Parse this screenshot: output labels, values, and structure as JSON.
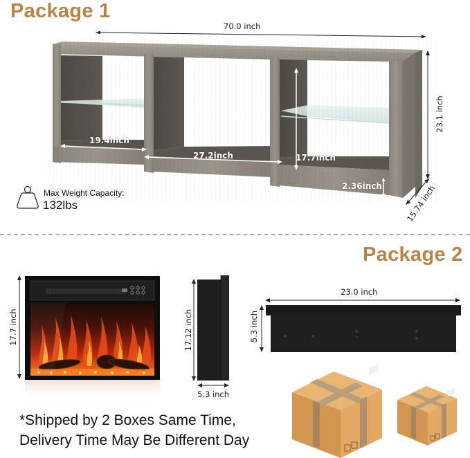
{
  "package1": {
    "title": "Package 1",
    "title_color": "#b8844a",
    "product": "TV stand (3 open compartments, glass shelves, grey wood finish)",
    "dimensions": {
      "width": "70.0 inch",
      "height": "23.1 inch",
      "depth": "15.74 inch",
      "left_compartment_width": "19.4inch",
      "middle_compartment_width": "27.2inch",
      "compartment_height": "17.7inch",
      "base_height": "2.36inch"
    },
    "weight": {
      "label": "Max Weight Capacity:",
      "value": "132lbs",
      "icon": "weight-icon"
    }
  },
  "package2": {
    "title": "Package 2",
    "title_color": "#b8844a",
    "product": "Electric fireplace insert",
    "dimensions": {
      "front_height": "17.7 inch",
      "side_height": "17.12 inch",
      "side_depth": "5.3 inch",
      "top_width": "23.0 inch",
      "top_depth": "5.3 inch"
    }
  },
  "shipping_note": {
    "line1": "*Shipped by 2 Boxes Same Time,",
    "line2": "Delivery Time May Be Different Day"
  },
  "colors": {
    "accent": "#b8844a",
    "wood_light": "#8e877e",
    "wood_dark": "#4f4a45",
    "fireplace_black": "#1c1c1c",
    "box_cardboard": "#d9a35e",
    "box_tape": "#b79a78"
  }
}
